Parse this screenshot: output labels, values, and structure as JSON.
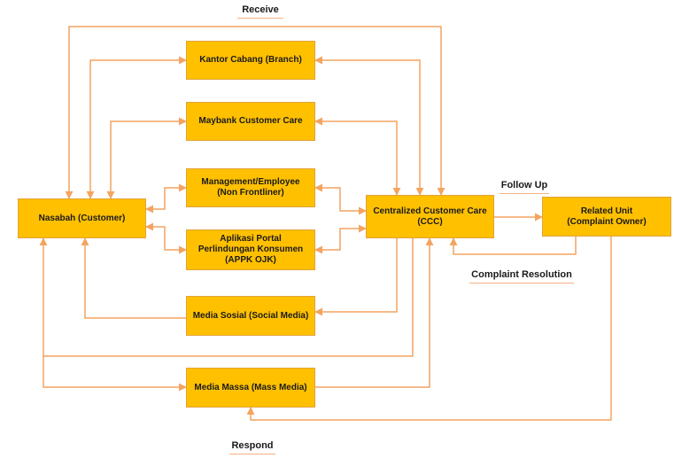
{
  "nodes": {
    "nasabah": "Nasabah (Customer)",
    "kantor": "Kantor Cabang (Branch)",
    "maybank": "Maybank Customer Care",
    "management": "Management/Employee\n(Non Frontliner)",
    "appk": "Aplikasi Portal\nPerlindungan Konsumen\n(APPK OJK)",
    "sosial": "Media Sosial (Social Media)",
    "massa": "Media Massa (Mass Media)",
    "ccc": "Centralized Customer Care\n(CCC)",
    "related": "Related Unit\n(Complaint Owner)"
  },
  "labels": {
    "receive": "Receive",
    "follow_up": "Follow Up",
    "complaint_resolution": "Complaint Resolution",
    "respond": "Respond"
  },
  "colors": {
    "box_fill": "#FFC000",
    "arrow": "#F4A460"
  }
}
